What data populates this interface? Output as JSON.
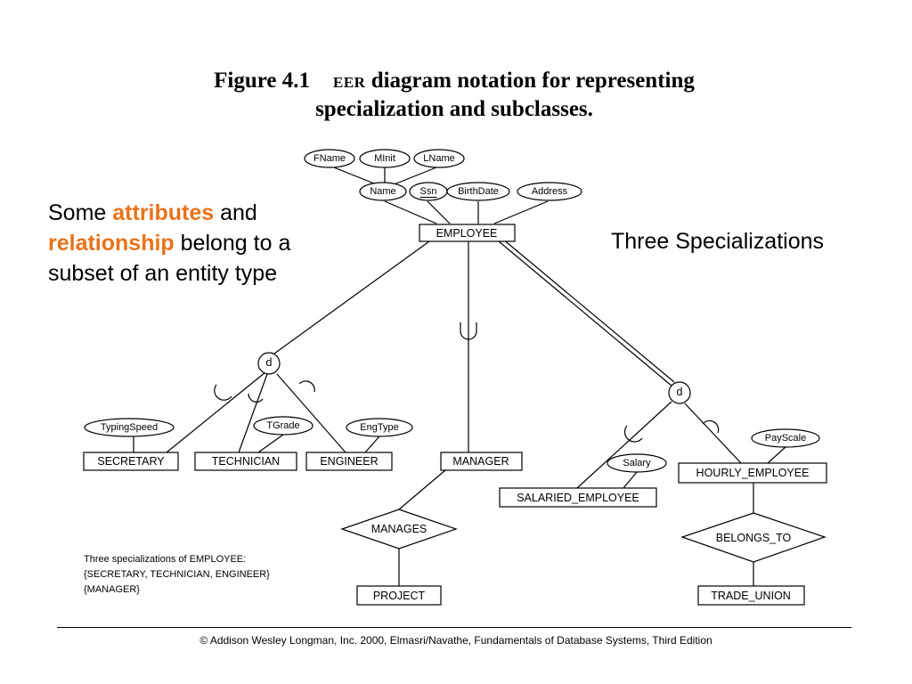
{
  "figure": {
    "number": "Figure 4.1",
    "eer": "EER",
    "title_line1": "diagram notation for representing",
    "title_line2": "specialization and subclasses."
  },
  "left_note": {
    "t1": "Some ",
    "h1": "attributes",
    "t2": " and",
    "h2": "relationship",
    "t3": " belong to a subset of an entity type",
    "highlight_color": "#e8731a"
  },
  "right_note": "Three Specializations",
  "diagram": {
    "attributes": {
      "fname": "FName",
      "minit": "MInit",
      "lname": "LName",
      "name": "Name",
      "ssn": "Ssn",
      "birthdate": "BirthDate",
      "address": "Address",
      "typingspeed": "TypingSpeed",
      "tgrade": "TGrade",
      "engtype": "EngType",
      "salary": "Salary",
      "payscale": "PayScale"
    },
    "entities": {
      "employee": "EMPLOYEE",
      "secretary": "SECRETARY",
      "technician": "TECHNICIAN",
      "engineer": "ENGINEER",
      "manager": "MANAGER",
      "salaried": "SALARIED_EMPLOYEE",
      "hourly": "HOURLY_EMPLOYEE",
      "project": "PROJECT",
      "trade_union": "TRADE_UNION"
    },
    "relationships": {
      "manages": "MANAGES",
      "belongs_to": "BELONGS_TO"
    },
    "circles": {
      "left": "d",
      "right": "d"
    },
    "caption": [
      "Three specializations of EMPLOYEE:",
      "{SECRETARY, TECHNICIAN, ENGINEER}",
      "{MANAGER}"
    ]
  },
  "footer": "© Addison Wesley Longman, Inc. 2000, Elmasri/Navathe, Fundamentals of Database Systems, Third Edition"
}
